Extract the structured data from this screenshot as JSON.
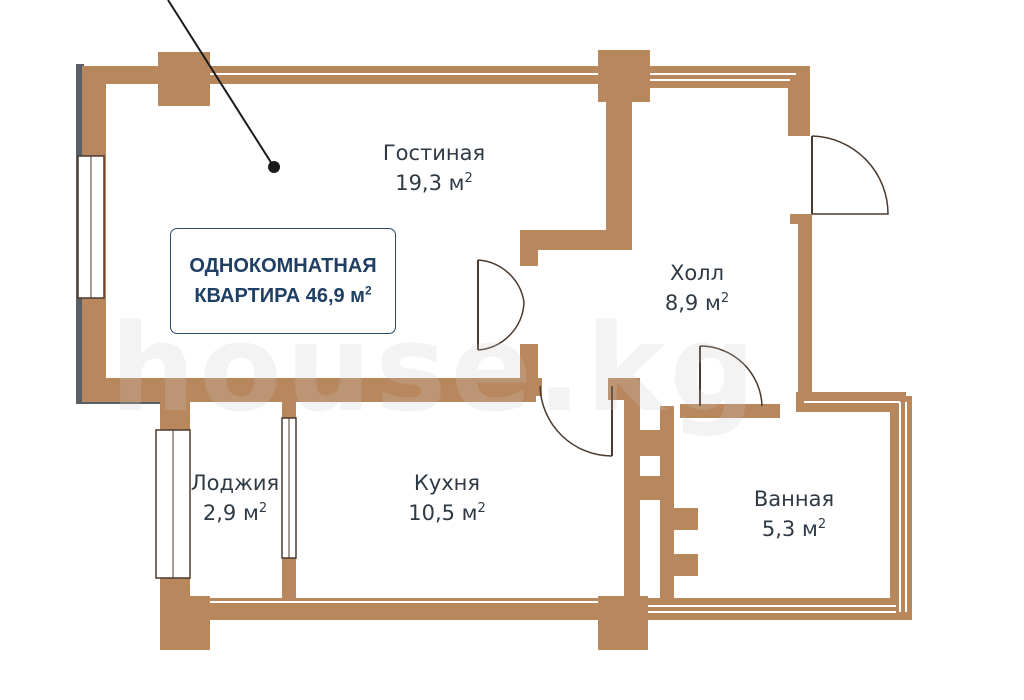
{
  "colors": {
    "wall": "#b8875d",
    "wall_dark": "#5b5e63",
    "line": "#4a3a2e",
    "label": "#2f3a45",
    "title": "#1f3f63"
  },
  "title_box": {
    "line1": "ОДНОКОМНАТНАЯ",
    "line2": "КВАРТИРА 46,9 м",
    "line2_sup": "2"
  },
  "rooms": [
    {
      "id": "living",
      "name": "Гостиная",
      "area": "19,3 м",
      "sup": "2"
    },
    {
      "id": "hall",
      "name": "Холл",
      "area": "8,9 м",
      "sup": "2"
    },
    {
      "id": "loggia",
      "name": "Лоджия",
      "area": "2,9 м",
      "sup": "2"
    },
    {
      "id": "kitchen",
      "name": "Кухня",
      "area": "10,5 м",
      "sup": "2"
    },
    {
      "id": "bathroom",
      "name": "Ванная",
      "area": "5,3 м",
      "sup": "2"
    }
  ]
}
